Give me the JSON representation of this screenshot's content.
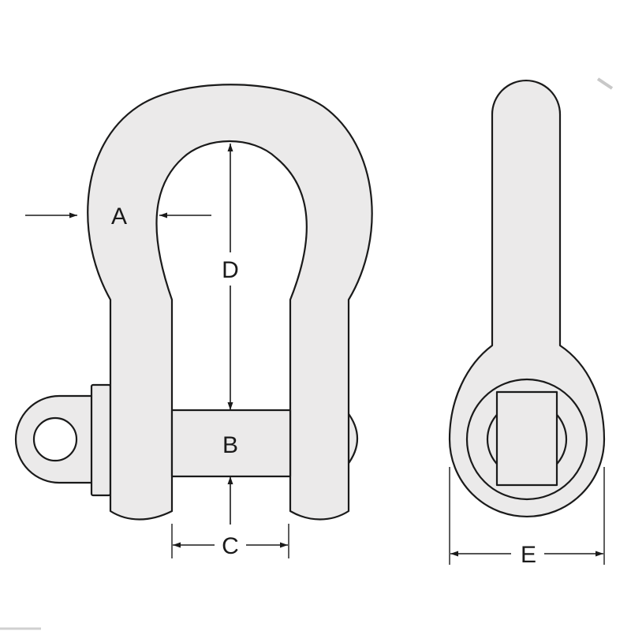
{
  "labels": {
    "a": "A",
    "b": "B",
    "c": "C",
    "d": "D",
    "e": "E"
  },
  "colors": {
    "stroke": "#1a1a1a",
    "fill": "#ebeaea",
    "background": "#ffffff"
  }
}
